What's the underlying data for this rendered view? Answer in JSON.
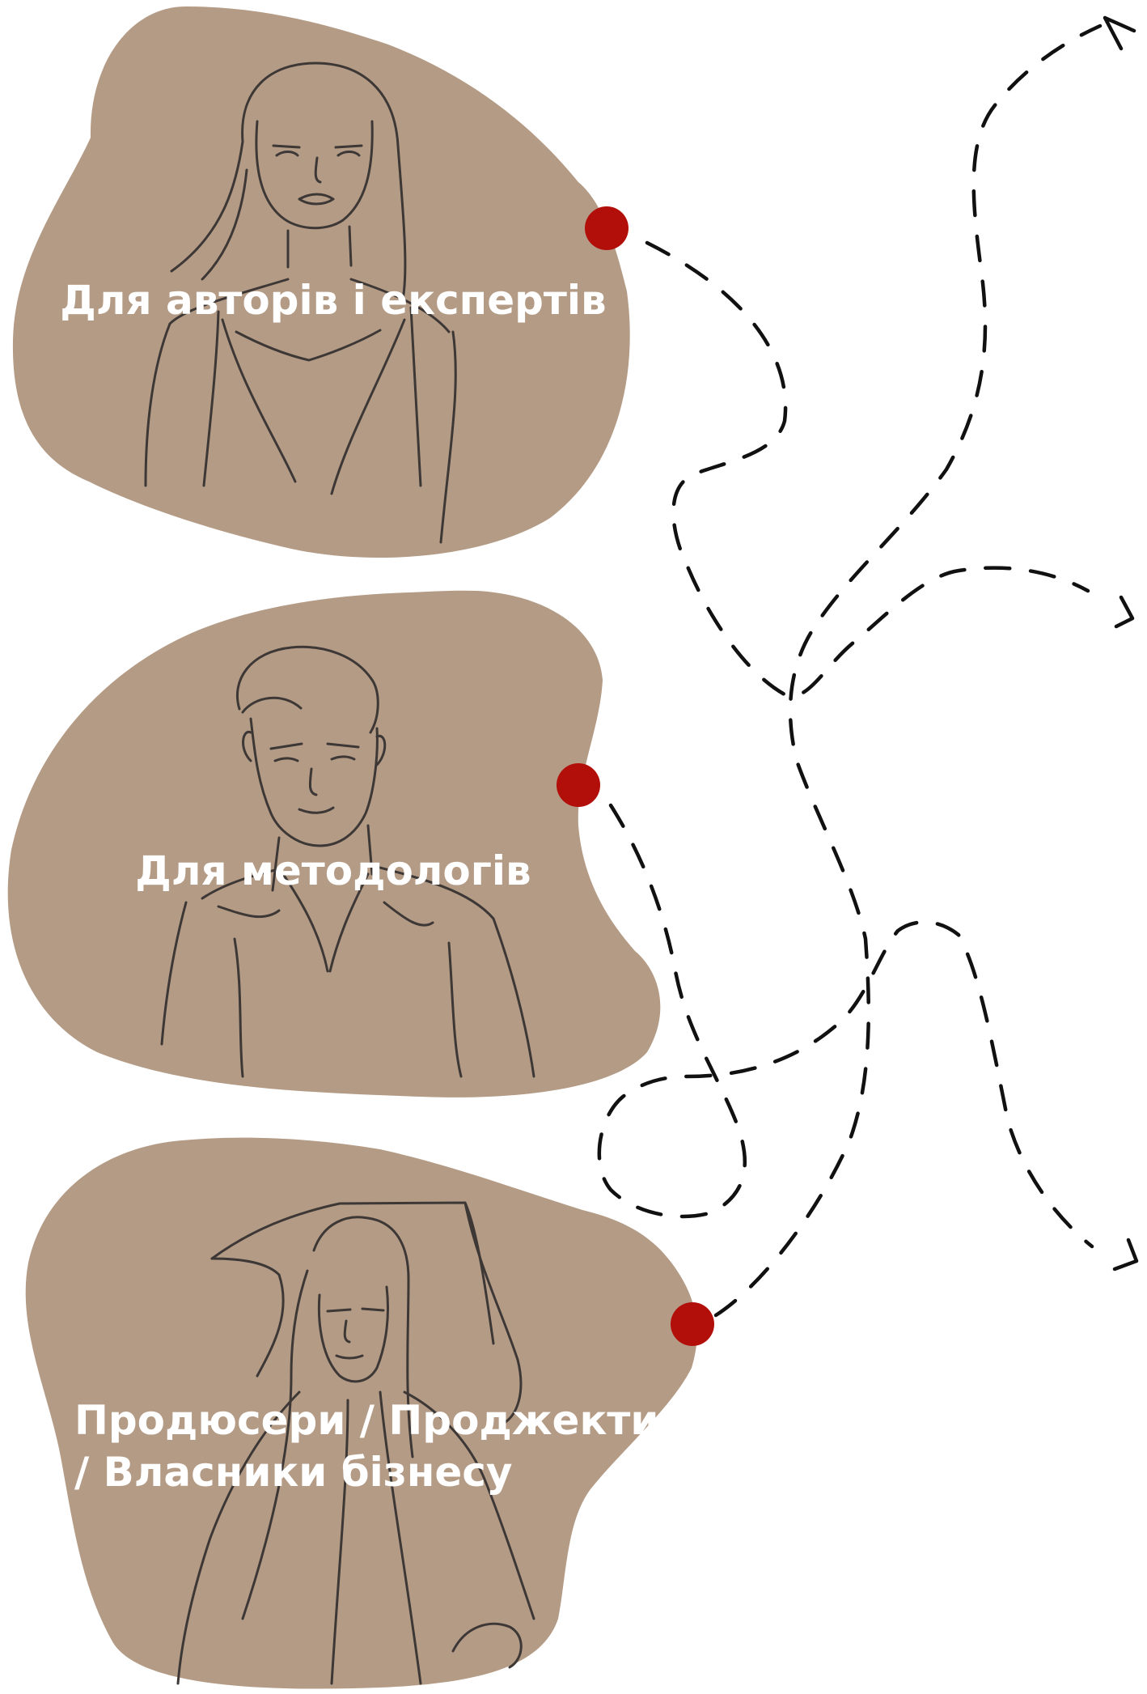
{
  "colors": {
    "blob": "#b49b85",
    "line": "#3d3836",
    "label": "#ffffff",
    "dot": "#b20f0a",
    "path": "#111111",
    "background": "#ffffff"
  },
  "cards": [
    {
      "label_lines": [
        "Для авторів і експертів"
      ],
      "illustration": "woman-portrait-icon"
    },
    {
      "label_lines": [
        "Для методологів"
      ],
      "illustration": "man-portrait-icon"
    },
    {
      "label_lines": [
        "Продюсери / Проджекти",
        "/ Власники бізнесу"
      ],
      "illustration": "woman-in-hat-icon"
    }
  ]
}
